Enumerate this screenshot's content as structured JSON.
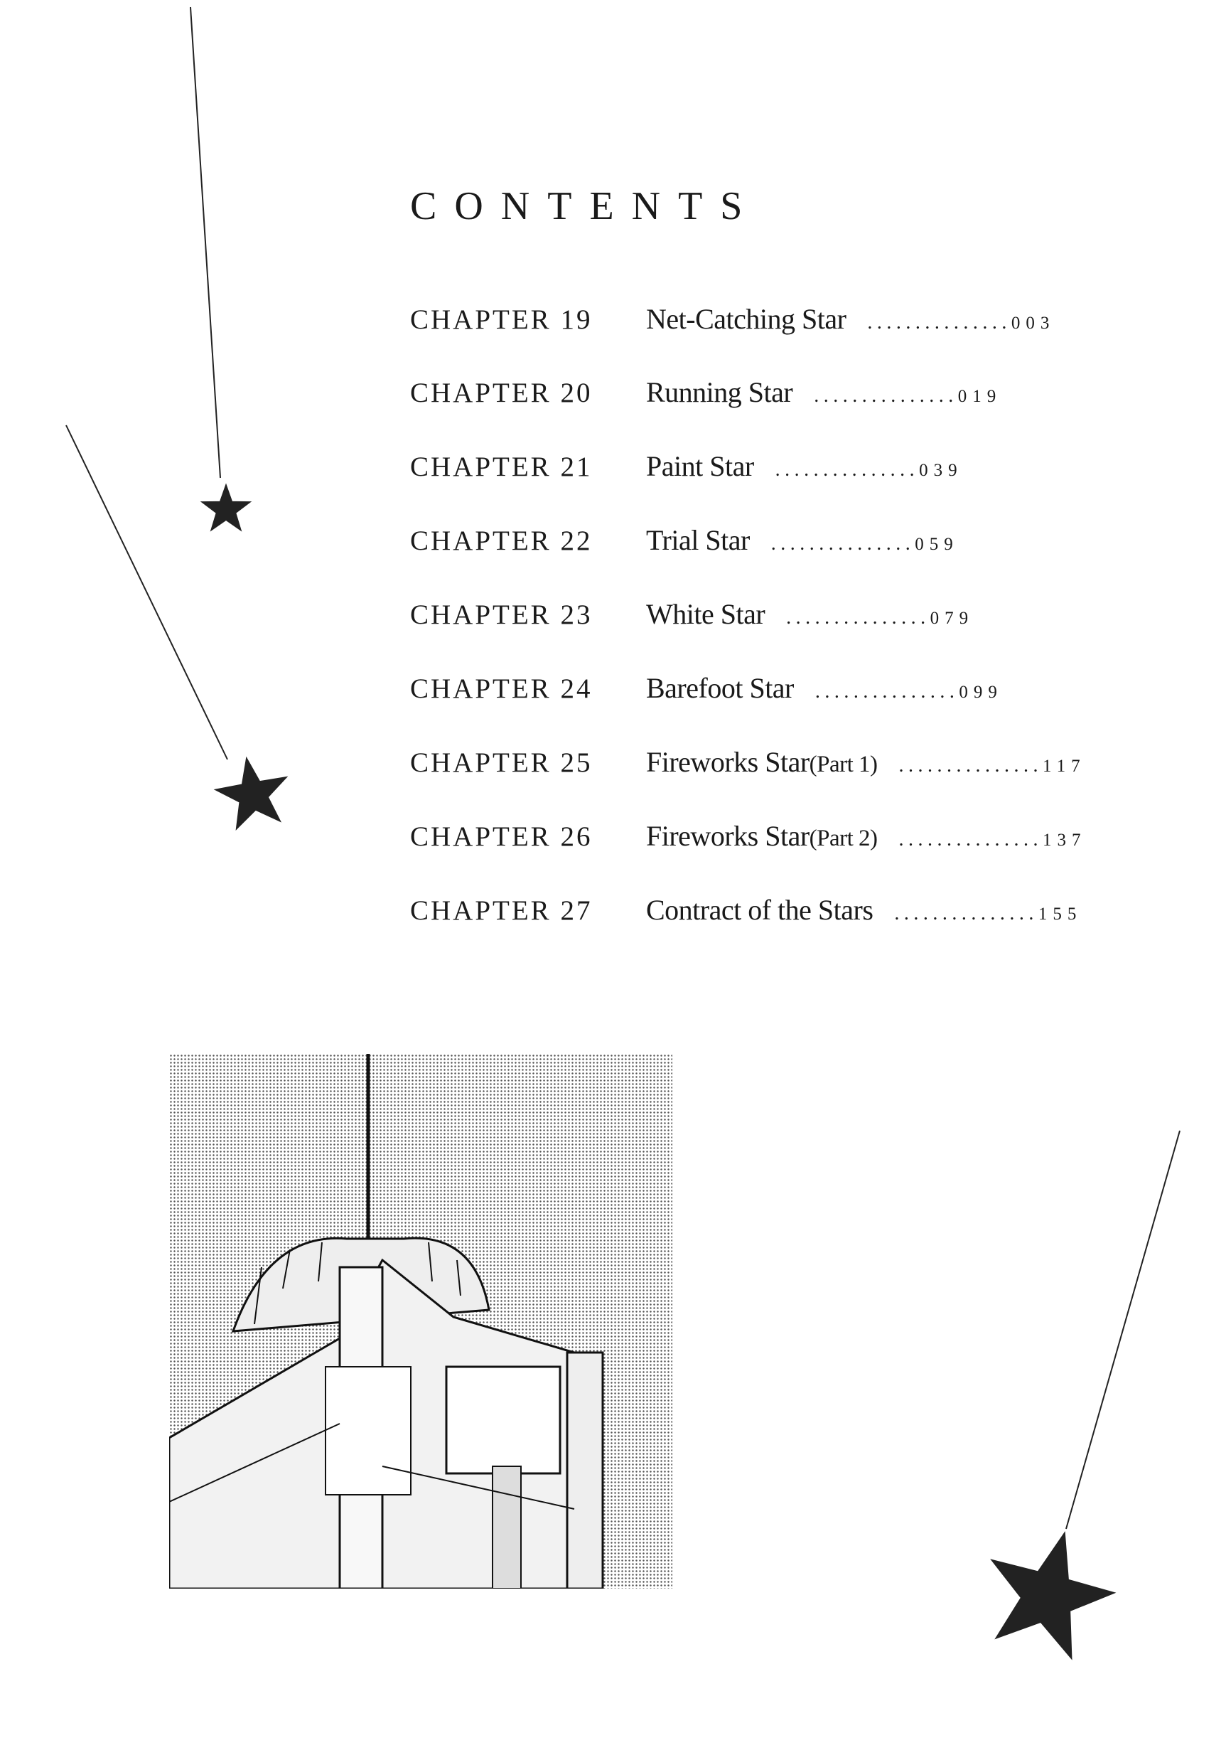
{
  "heading": "CONTENTS",
  "chapters": [
    {
      "label": "CHAPTER 19",
      "title": "Net-Catching Star",
      "part": "",
      "dots": "...............",
      "page": "003"
    },
    {
      "label": "CHAPTER 20",
      "title": "Running Star",
      "part": "",
      "dots": "...............",
      "page": "019"
    },
    {
      "label": "CHAPTER 21",
      "title": "Paint Star",
      "part": "",
      "dots": "...............",
      "page": "039"
    },
    {
      "label": "CHAPTER 22",
      "title": "Trial Star",
      "part": "",
      "dots": "...............",
      "page": "059"
    },
    {
      "label": "CHAPTER 23",
      "title": "White Star",
      "part": "",
      "dots": "...............",
      "page": "079"
    },
    {
      "label": "CHAPTER 24",
      "title": "Barefoot Star",
      "part": "",
      "dots": "...............",
      "page": "099"
    },
    {
      "label": "CHAPTER 25",
      "title": "Fireworks Star ",
      "part": "(Part 1)",
      "dots": "...............",
      "page": "117"
    },
    {
      "label": "CHAPTER 26",
      "title": "Fireworks Star ",
      "part": "(Part 2)",
      "dots": "...............",
      "page": "137"
    },
    {
      "label": "CHAPTER 27",
      "title": "Contract of the Stars",
      "part": "",
      "dots": "...............",
      "page": "155"
    }
  ],
  "icons": [
    "shooting-star-icon",
    "shooting-star-icon",
    "shooting-star-icon"
  ]
}
